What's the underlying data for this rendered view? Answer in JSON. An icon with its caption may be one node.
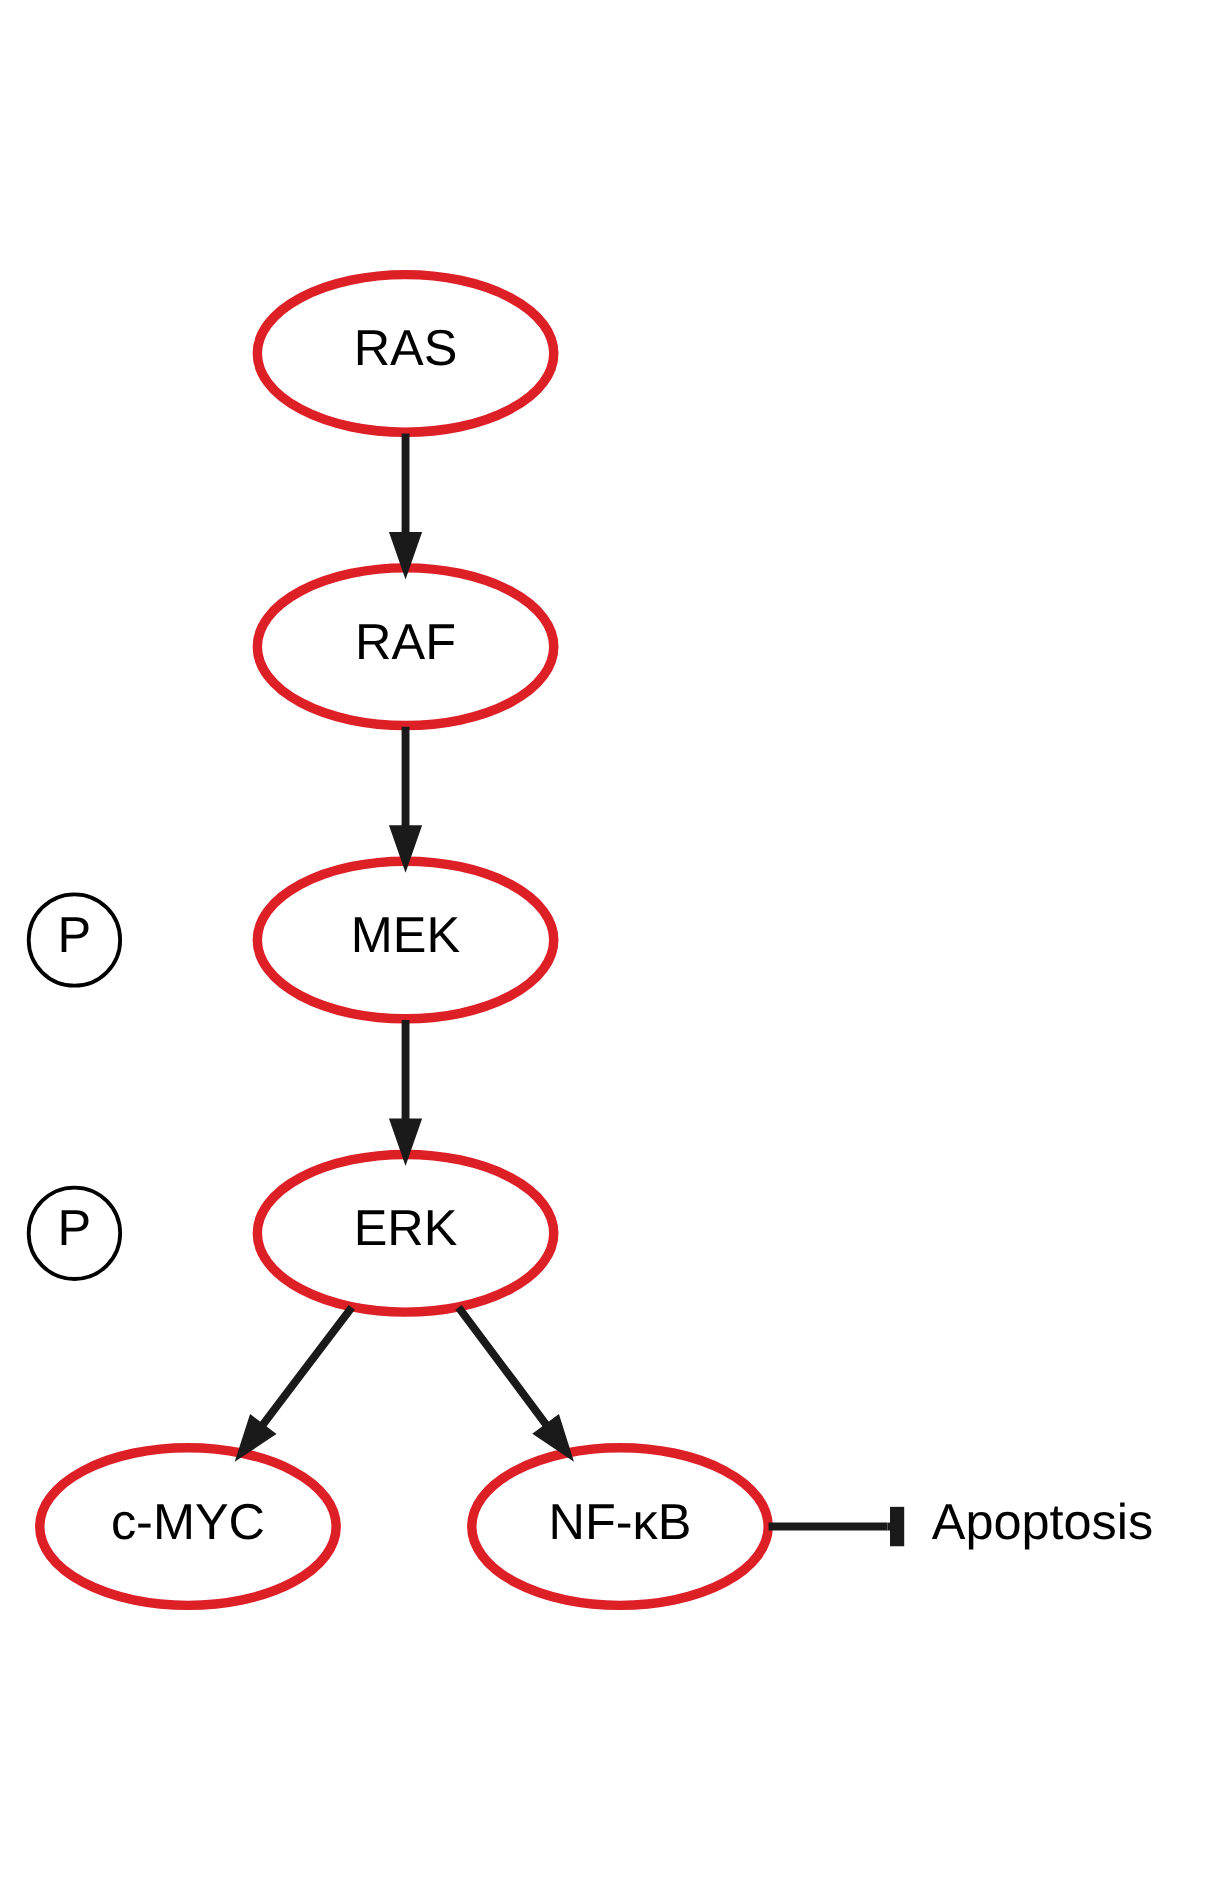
{
  "diagram": {
    "nodes": [
      {
        "text": [
          "RAS"
        ]
      },
      {
        "text": [
          "RAF"
        ]
      },
      {
        "text": [
          "P"
        ]
      },
      {
        "text": [
          "MEK"
        ]
      },
      {
        "text": [
          "P"
        ]
      },
      {
        "text": [
          "ERK"
        ]
      },
      {
        "text": [
          "c-MYC"
        ]
      },
      {
        "text": [
          "NF-κB"
        ]
      },
      {
        "text": [
          "Apoptosis"
        ]
      }
    ],
    "edges": [
      {
        "from": 0,
        "to": 1,
        "arrow": "to"
      },
      {
        "from": 1,
        "to": 3,
        "arrow": "to"
      },
      {
        "from": 3,
        "to": 5,
        "arrow": "to"
      },
      {
        "from": 5,
        "to": 6,
        "arrow": "to"
      },
      {
        "from": 5,
        "to": 7,
        "arrow": "to"
      },
      {
        "from": 7,
        "to": 8,
        "arrow": "other"
      }
    ]
  }
}
